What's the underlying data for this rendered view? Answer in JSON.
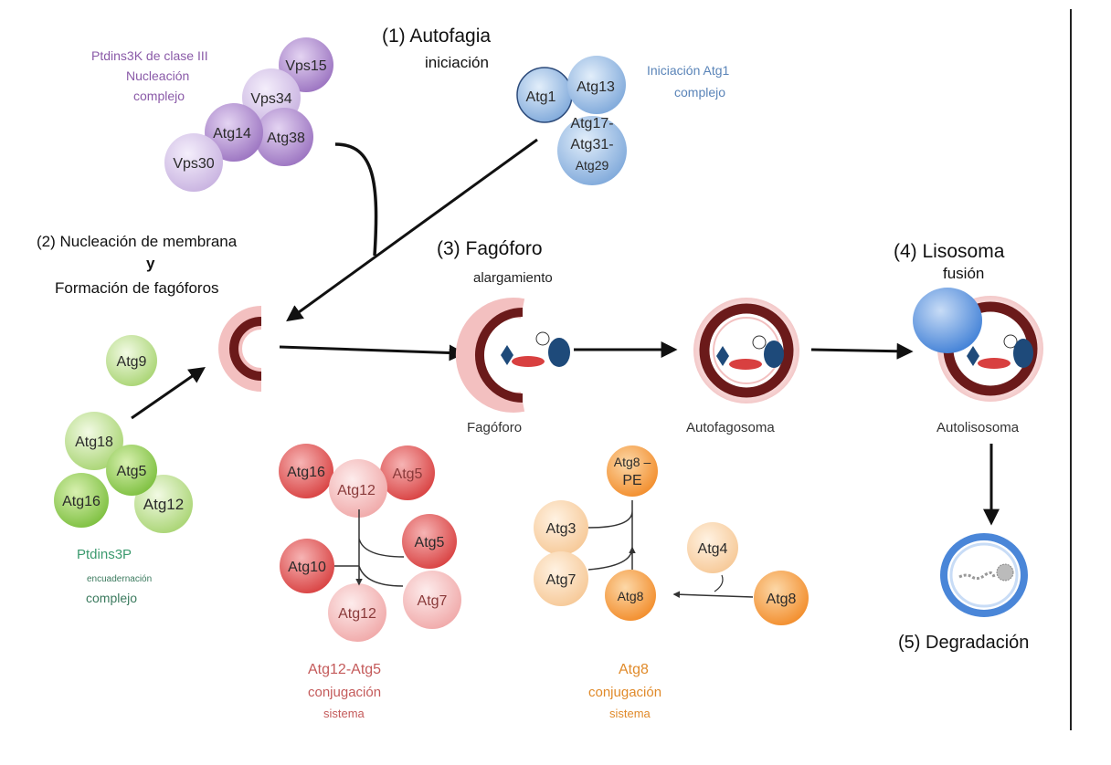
{
  "stages": {
    "initiation": {
      "title": "(1) Autofagia",
      "subtitle": "iniciación"
    },
    "nucleation": {
      "title": "(2) Nucleación de membrana",
      "connector": "y",
      "subtitle": "Formación de fagóforos"
    },
    "phagophore": {
      "title": "(3) Fagóforo",
      "subtitle": "alargamiento"
    },
    "lysosome": {
      "title": "(4) Lisosoma",
      "subtitle": "fusión"
    },
    "degradation": {
      "title": "(5) Degradación"
    }
  },
  "vesicle_labels": {
    "phagophore": "Fagóforo",
    "autophagosome": "Autofagosoma",
    "autolysosome": "Autolisosoma"
  },
  "pi3k_complex": {
    "title": "Ptdins3K de clase III",
    "line2": "Nucleación",
    "line3": "complejo",
    "nodes": {
      "vps15": "Vps15",
      "vps34": "Vps34",
      "atg14": "Atg14",
      "atg38": "Atg38",
      "vps30": "Vps30"
    }
  },
  "atg1_complex": {
    "title": "Iniciación Atg1",
    "line2": "complejo",
    "nodes": {
      "atg1": "Atg1",
      "atg13": "Atg13",
      "atg17_a": "Atg17-",
      "atg17_b": "Atg31-",
      "atg17_c": "Atg29"
    }
  },
  "atg9": {
    "label": "Atg9"
  },
  "pi3p_complex": {
    "title": "Ptdins3P",
    "line2": "encuadernación",
    "line3": "complejo",
    "nodes": {
      "atg18": "Atg18",
      "atg5": "Atg5",
      "atg16": "Atg16",
      "atg12": "Atg12"
    }
  },
  "atg12_system": {
    "title": "Atg12-Atg5",
    "line2": "conjugación",
    "line3": "sistema",
    "nodes": {
      "atg16": "Atg16",
      "atg12_top": "Atg12",
      "atg5_top": "Atg5",
      "atg5": "Atg5",
      "atg10": "Atg10",
      "atg12": "Atg12",
      "atg7": "Atg7"
    }
  },
  "atg8_system": {
    "title": "Atg8",
    "line2": "conjugación",
    "line3": "sistema",
    "nodes": {
      "pe_a": "Atg8 –",
      "pe_b": "PE",
      "atg3": "Atg3",
      "atg7": "Atg7",
      "atg4": "Atg4",
      "atg8_mid": "Atg8",
      "atg8_right": "Atg8"
    }
  },
  "colors": {
    "purple": "#9a72c0",
    "blue": "#8fb4e0",
    "green": "#a8d472",
    "red": "#e05a5a",
    "orange": "#f5a44a",
    "membrane": "#6b1a1a",
    "lysosome": "#4a86d8"
  }
}
